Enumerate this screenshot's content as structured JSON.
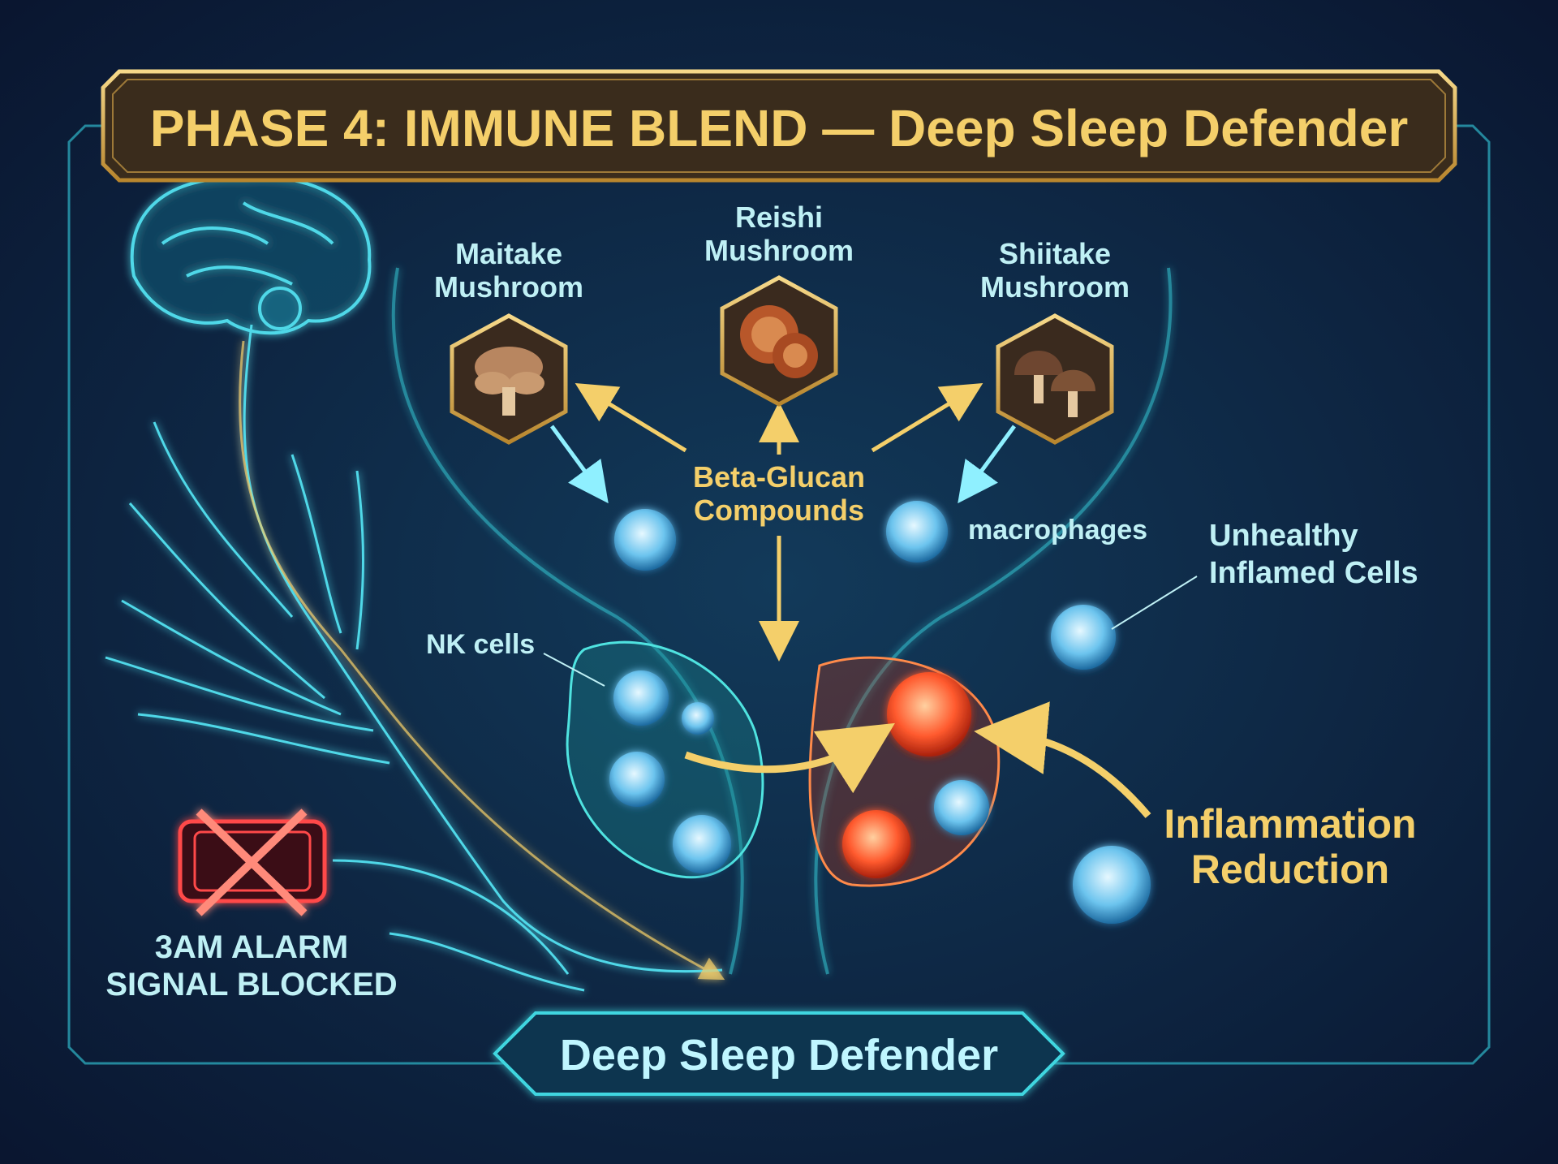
{
  "title": "PHASE 4: IMMUNE BLEND — Deep Sleep Defender",
  "mushrooms": [
    {
      "name_line1": "Maitake",
      "name_line2": "Mushroom",
      "icon": "maitake-mushroom-icon"
    },
    {
      "name_line1": "Reishi",
      "name_line2": "Mushroom",
      "icon": "reishi-mushroom-icon"
    },
    {
      "name_line1": "Shiitake",
      "name_line2": "Mushroom",
      "icon": "shiitake-mushroom-icon"
    }
  ],
  "compound": {
    "line1": "Beta-Glucan",
    "line2": "Compounds"
  },
  "cells": {
    "macrophages": "macrophages",
    "nk": "NK cells",
    "unhealthy_line1": "Unhealthy",
    "unhealthy_line2": "Inflamed Cells"
  },
  "outcome": {
    "line1": "Inflammation",
    "line2": "Reduction"
  },
  "alarm": {
    "line1": "3AM ALARM",
    "line2": "SIGNAL BLOCKED",
    "icon": "crossed-alarm-clock-icon"
  },
  "footer": "Deep Sleep Defender",
  "colors": {
    "background": "#0b1a33",
    "gold": "#f4cf6a",
    "cyan_text": "#bff0f5",
    "neural_cyan": "#3fd6e0",
    "inflamed_red": "#ff5a2e",
    "alarm_red": "#ff4a4a"
  }
}
